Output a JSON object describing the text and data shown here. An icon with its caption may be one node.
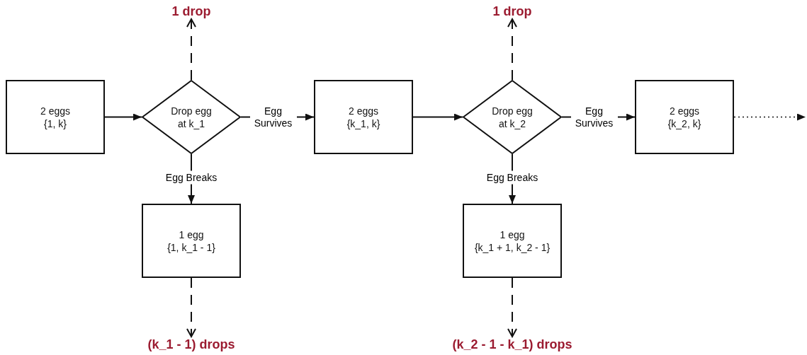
{
  "diagram": {
    "nodes": [
      {
        "text": [
          "2 eggs",
          "{1, k}"
        ]
      },
      {
        "text": [
          "Drop egg at k_1"
        ]
      },
      {
        "text": [
          "2 eggs",
          "{k_1, k}"
        ]
      },
      {
        "text": [
          "Drop egg at k_2"
        ]
      },
      {
        "text": [
          "2 eggs",
          "{k_2, k}"
        ]
      },
      {
        "text": [
          "1 egg",
          "{1, k_1 - 1}"
        ]
      },
      {
        "text": [
          "1 egg",
          "{k_1 + 1, k_2 - 1}"
        ]
      },
      {
        "text": [
          "1 drop"
        ]
      },
      {
        "text": [
          "1 drop"
        ]
      },
      {
        "text": [
          "(k_1 - 1) drops"
        ]
      },
      {
        "text": [
          "(k_2 - 1 - k_1) drops"
        ]
      }
    ],
    "edges": [
      {
        "from": 0,
        "to": 1,
        "arrow": "to"
      },
      {
        "from": 1,
        "to": 2,
        "arrow": "to",
        "label": "Egg Survives"
      },
      {
        "from": 1,
        "to": 5,
        "arrow": "to",
        "label": "Egg Breaks"
      },
      {
        "from": 2,
        "to": 3,
        "arrow": "to"
      },
      {
        "from": 3,
        "to": 4,
        "arrow": "to",
        "label": "Egg Survives"
      },
      {
        "from": 3,
        "to": 6,
        "arrow": "to",
        "label": "Egg Breaks"
      },
      {
        "from": 1,
        "to": 7,
        "arrow": "to",
        "style": "dashed"
      },
      {
        "from": 3,
        "to": 8,
        "arrow": "to",
        "style": "dashed"
      },
      {
        "from": 5,
        "to": 9,
        "arrow": "to",
        "style": "dashed"
      },
      {
        "from": 6,
        "to": 10,
        "arrow": "to",
        "style": "dashed"
      },
      {
        "from": 4,
        "to": null,
        "arrow": "to",
        "style": "dashed"
      }
    ]
  }
}
